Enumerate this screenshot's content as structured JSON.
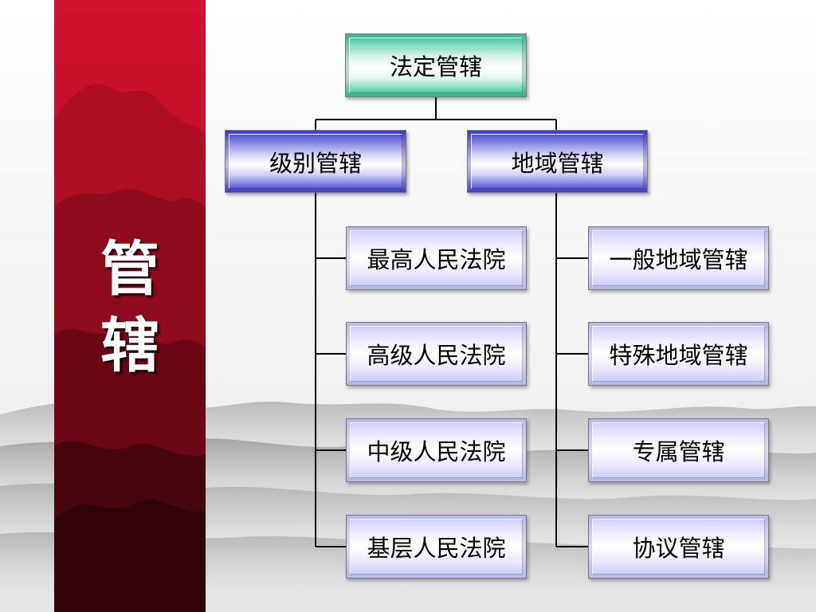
{
  "side_title": [
    "管",
    "辖"
  ],
  "root": {
    "label": "法定管辖"
  },
  "branches": [
    {
      "label": "级别管辖",
      "children": [
        "最高人民法院",
        "高级人民法院",
        "中级人民法院",
        "基层人民法院"
      ]
    },
    {
      "label": "地域管辖",
      "children": [
        "一般地域管辖",
        "特殊地域管辖",
        "专属管辖",
        "协议管辖"
      ]
    }
  ],
  "colors": {
    "side_panel": "#c4102a",
    "root_accent": "#2fbf94",
    "branch_accent": "#3636c8",
    "leaf_accent": "#c6c8f6",
    "connector": "#000000"
  }
}
